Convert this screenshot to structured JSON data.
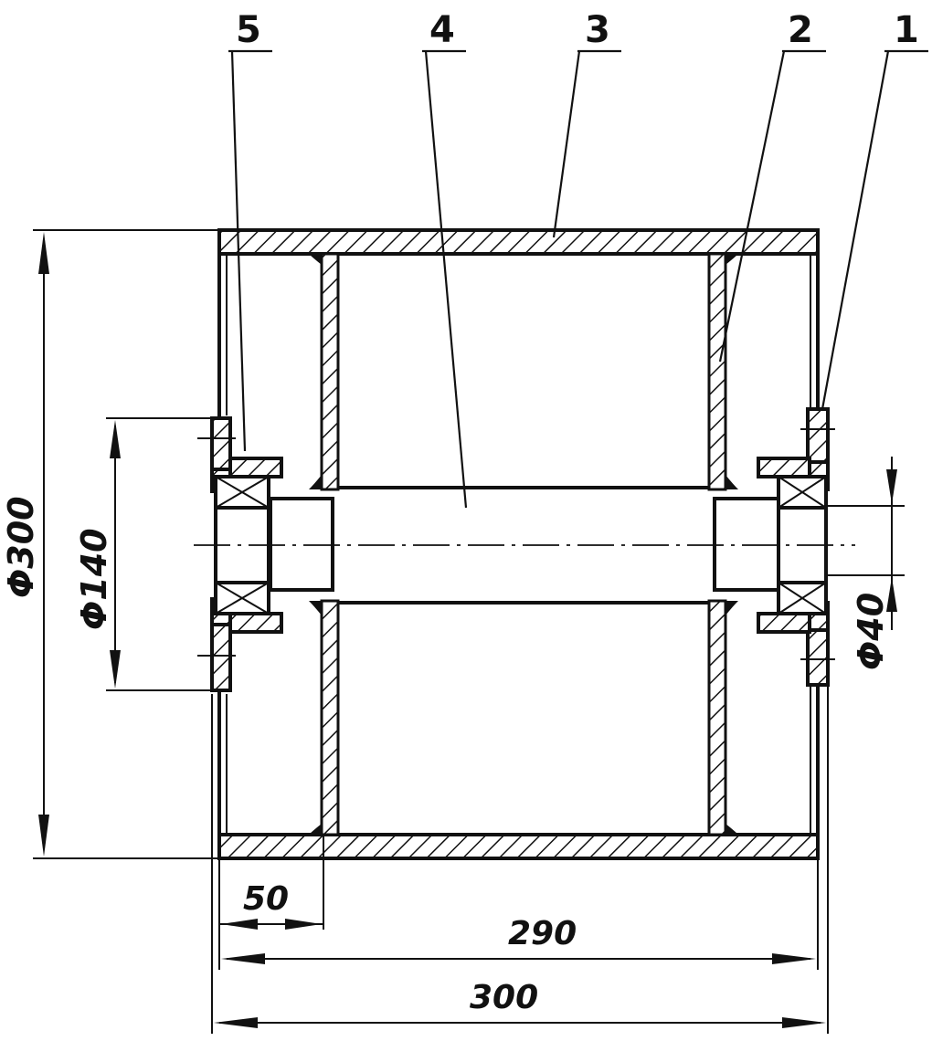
{
  "labels": {
    "part1": "1",
    "part2": "2",
    "part3": "3",
    "part4": "4",
    "part5": "5"
  },
  "dimensions": {
    "outer_diameter": "Φ300",
    "flange_diameter": "Φ140",
    "shaft_diameter": "Φ40",
    "offset": "50",
    "inner_length": "290",
    "overall_length": "300"
  }
}
